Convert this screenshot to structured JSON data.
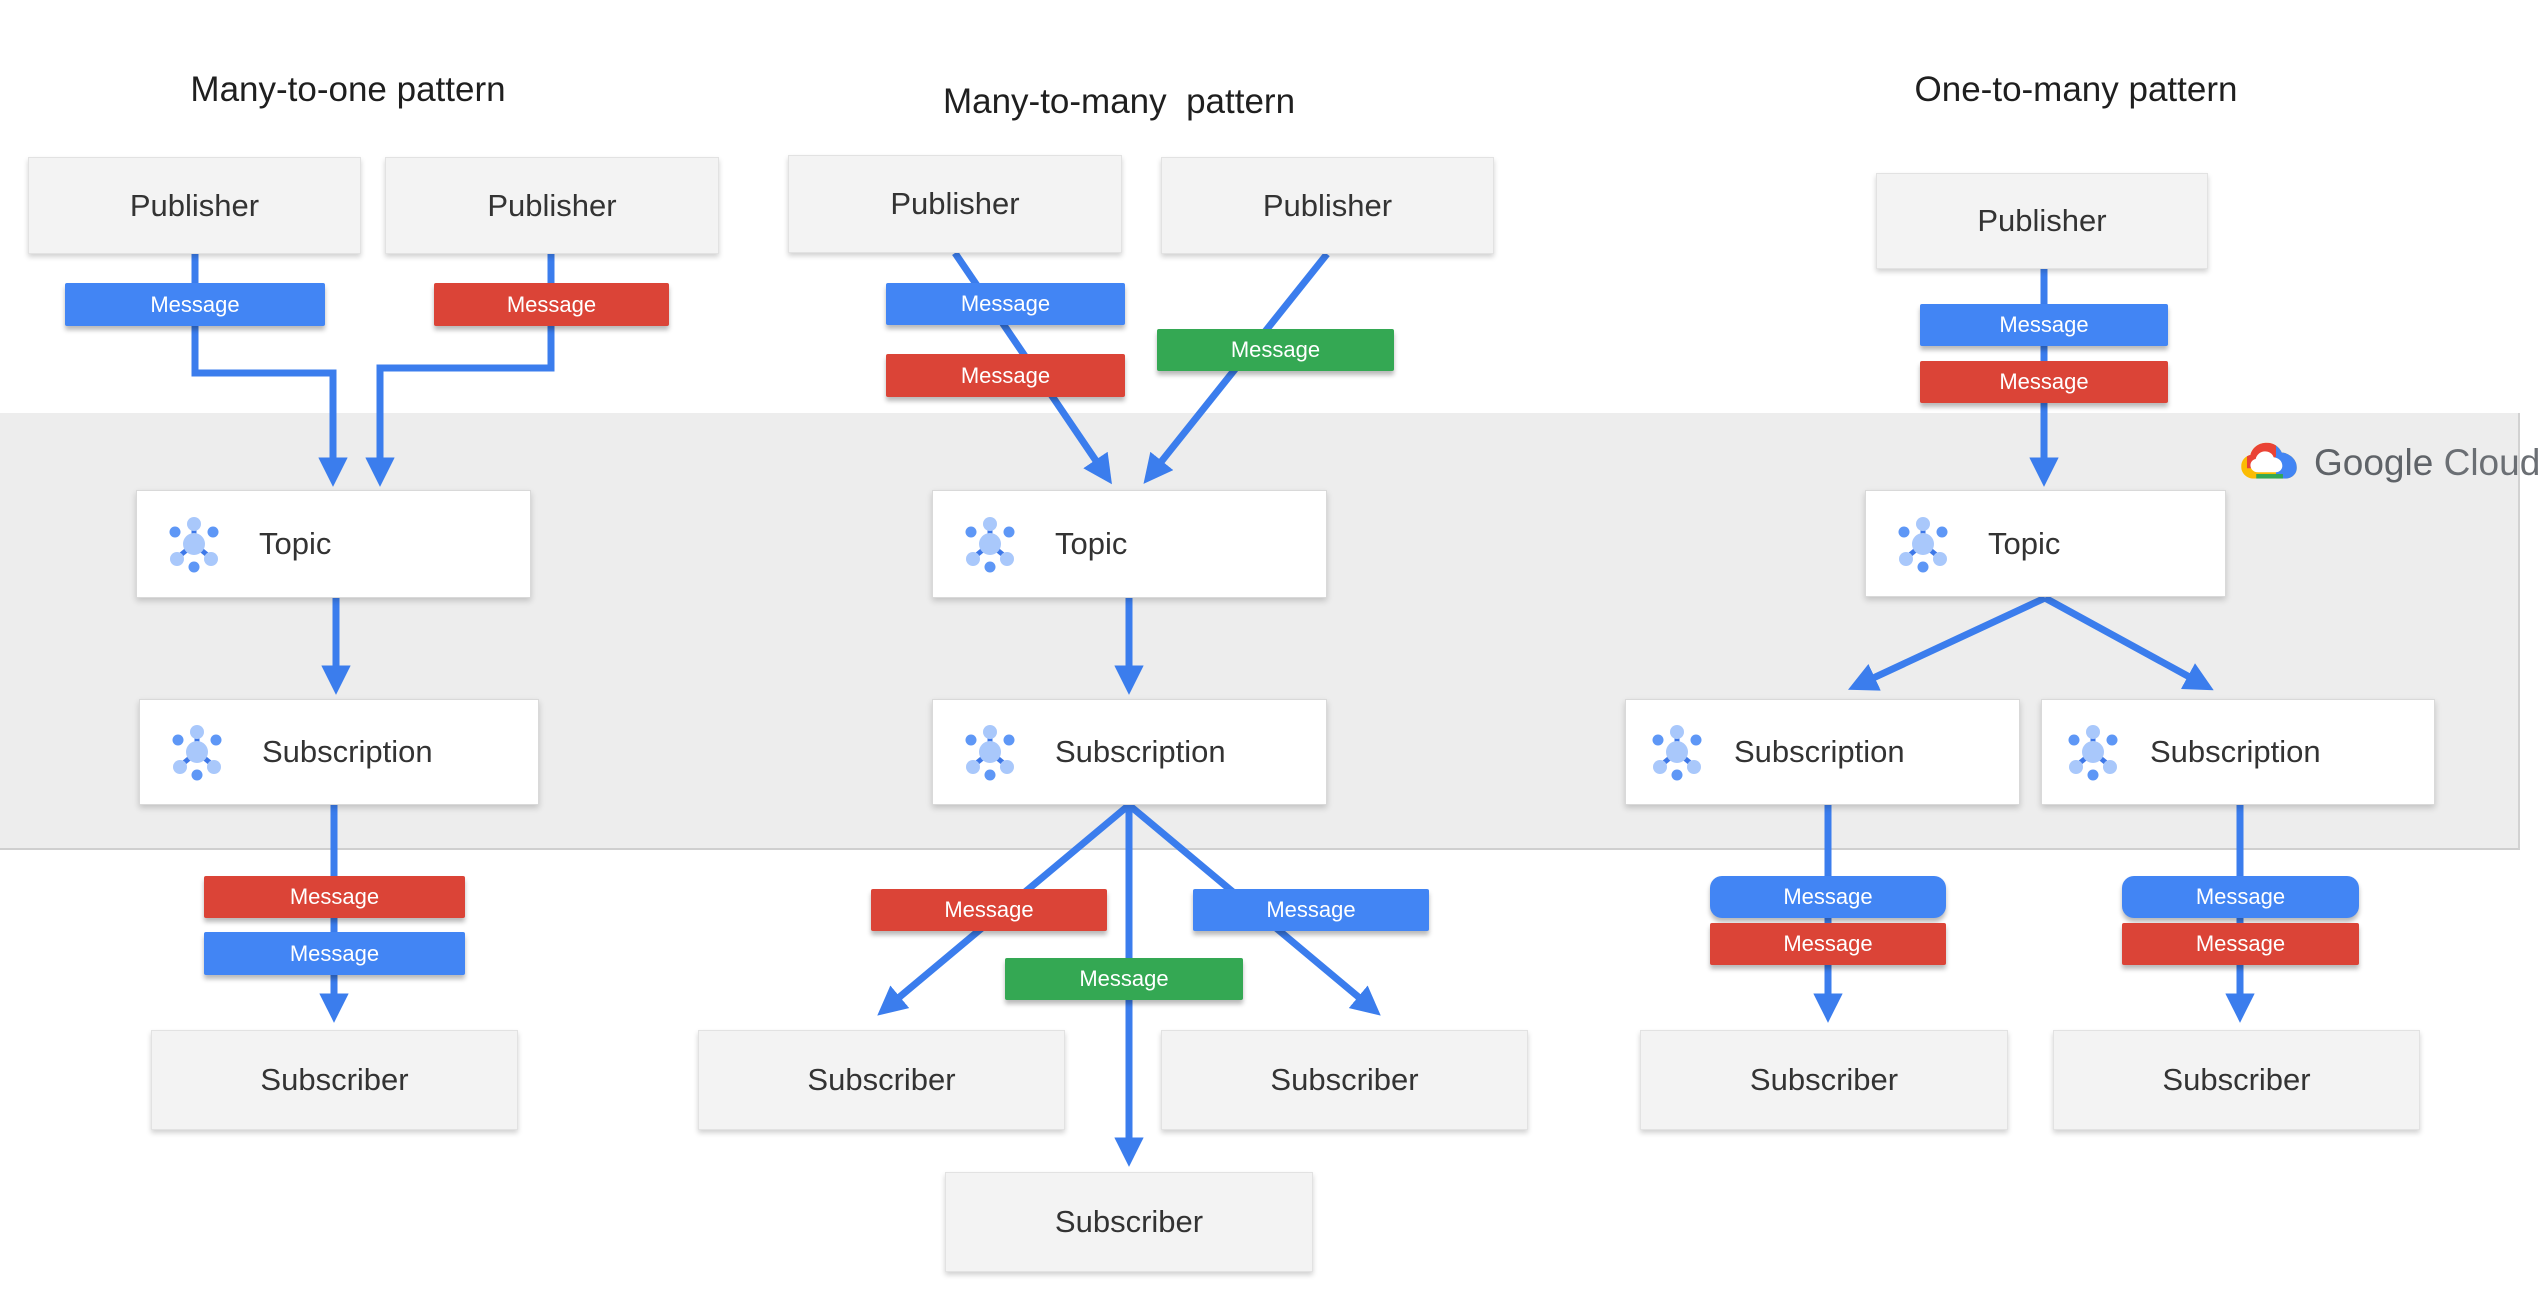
{
  "titles": {
    "left": "Many-to-one pattern",
    "middle": "Many-to-many  pattern",
    "right": "One-to-many pattern"
  },
  "nodes": {
    "publisher": "Publisher",
    "topic": "Topic",
    "subscription": "Subscription",
    "subscriber": "Subscriber"
  },
  "badge": {
    "label": "Message"
  },
  "logo": {
    "google": "Google",
    "cloud": "Cloud"
  },
  "icons": {
    "pubsub": "pubsub-topic-icon (blue hub with satellite dots)",
    "cloud": "google-cloud-logo"
  },
  "colors": {
    "badge_blue": "#4285F4",
    "badge_red": "#DB4437",
    "badge_green": "#34A853",
    "connector_blue": "#3B7DED",
    "band_gray": "#EDEDED",
    "node_box_bg": "#F3F3F3",
    "white_box_bg": "#FFFFFF",
    "logo_text_gray": "#5F6368"
  }
}
